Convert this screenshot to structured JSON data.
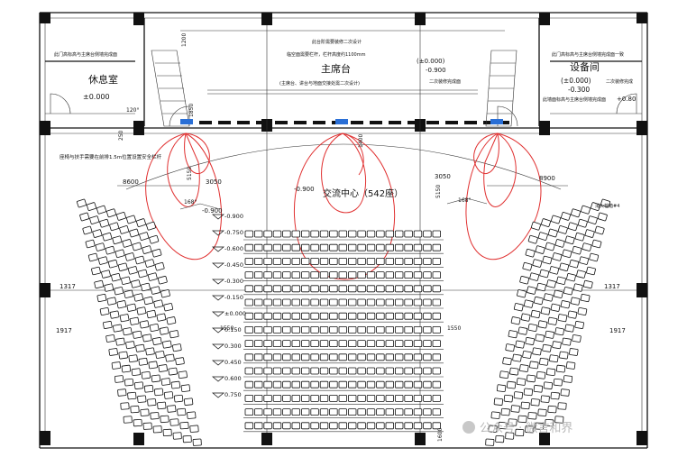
{
  "rooms": {
    "lounge": {
      "name": "休息室",
      "level": "±0.000"
    },
    "equipment": {
      "name": "设备间",
      "level_a": "(±0.000)",
      "level_b": "-0.300"
    },
    "stage": {
      "name": "主席台"
    },
    "hall": {
      "name": "交流中心（542座）"
    }
  },
  "notes": {
    "left_door_note": "此门高标高与主席台侧墙完成面",
    "right_door_note": "此门高标高与主席台侧墙完成面一致",
    "right_top_extra": "二次装修完成",
    "right_mid_note": "此墙面标高与主席台侧墙完成面",
    "stage_note_1": "此台阶需要装修二次设计",
    "stage_note_2": "临空面需要栏杆，栏杆高度约1100mm",
    "stage_note_3": "(主席台、讲台与地面交接处需二次设计)",
    "stage_level_1": "(±0.000)",
    "stage_level_2": "-0.900",
    "stage_level_3": "二次装修完成面",
    "right_level_mark": "+0.80",
    "seat_note": "座椅与扶手需要在前排1.5m位置设置安全栏杆",
    "fire_box": "消火栓箱#4"
  },
  "dimensions": {
    "d8600": "8600",
    "d8900": "8900",
    "d3050_left": "3050",
    "d3050_right": "3050",
    "d5150": "5150",
    "d5150_right": "5150",
    "d1400": "1400",
    "d1850": "1850",
    "d1200": "1200",
    "d120": "120°",
    "d250": "250",
    "d168_left": "168°",
    "d168_right": "168°",
    "d1317_left": "1317",
    "d1317_right": "1317",
    "d1917_left": "1917",
    "d1917_right": "1917",
    "d1550_left": "1550",
    "d1550_right": "1550",
    "d1600": "1600",
    "lv_m0900": "-0.900",
    "hall_level": "-0.900"
  },
  "levels": [
    "-0.900",
    "-0.750",
    "-0.600",
    "-0.450",
    "-0.300",
    "-0.150",
    "±0.000",
    "0.150",
    "0.300",
    "0.450",
    "0.600",
    "0.750"
  ],
  "watermark": "公众号 · 微言和界"
}
